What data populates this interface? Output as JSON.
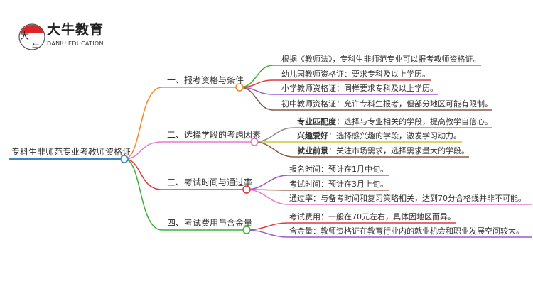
{
  "logo": {
    "name_cn": "大牛教育",
    "name_en": "DANIU EDUCATION",
    "mark": "大牛"
  },
  "root": {
    "label": "专科生非师范专业考教师资格证",
    "color": "#3d85c6"
  },
  "branches": [
    {
      "label": "一、报考资格与条件",
      "color": "#f5892a",
      "leaves": [
        {
          "text": "根据《教师法》，专科生非师范专业可以报考教师资格证。",
          "color": "#3cb03c"
        },
        {
          "text": "幼儿园教师资格证：要求专科及以上学历。",
          "color": "#e0393e"
        },
        {
          "text": "小学教师资格证：同样要求专科及以上学历。",
          "color": "#9b59d0"
        },
        {
          "text": "初中教师资格证：允许专科生报考，但部分地区可能有限制。",
          "color": "#8c5a4a"
        }
      ]
    },
    {
      "label": "二、选择学段的考虑因素",
      "color": "#e879c8",
      "leaves": [
        {
          "bold": "专业匹配度",
          "text": "：选择与专业相关的学段，提高教学自信心。",
          "color": "#8f8f8f"
        },
        {
          "bold": "兴趣爱好",
          "text": "：选择感兴趣的学段，激发学习动力。",
          "color": "#c8c83a"
        },
        {
          "bold": "就业前景",
          "text": "：关注市场需求，选择需求量大的学段。",
          "color": "#8c5a4a"
        }
      ]
    },
    {
      "label": "三、考试时间与通过率",
      "color": "#e0393e",
      "leaves": [
        {
          "text": "报名时间：预计在1月中旬。",
          "color": "#9b59d0"
        },
        {
          "text": "考试时间：预计在3月上旬。",
          "color": "#a07060"
        },
        {
          "text": "通过率：与备考时间和复习策略相关，达到70分合格线并非不可能。",
          "color": "#e879c8"
        }
      ]
    },
    {
      "label": "四、考试费用与含金量",
      "color": "#3cb03c",
      "leaves": [
        {
          "text": "考试费用：一般在70元左右，具体因地区而异。",
          "color": "#e0393e"
        },
        {
          "text": "含金量：教师资格证在教育行业内的就业机会和职业发展空间较大。",
          "color": "#9b59d0"
        }
      ]
    }
  ]
}
